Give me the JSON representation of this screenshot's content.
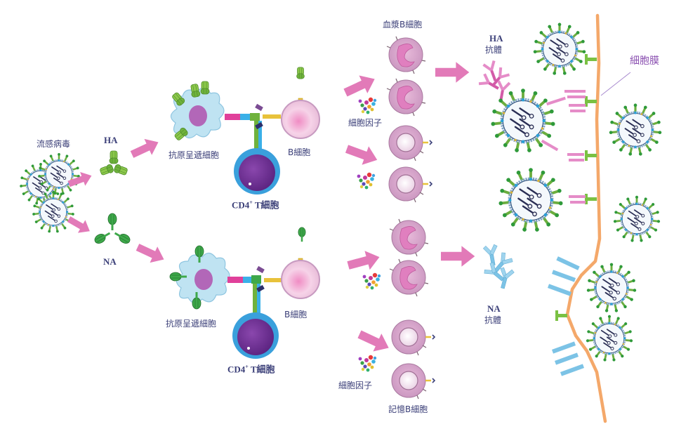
{
  "diagram": {
    "title": "Influenza virus immune response",
    "colors": {
      "arrow": "#e27ab8",
      "virus_envelope": "#2e4f7a",
      "spike_green": "#6cae3f",
      "spike_dark_green": "#2f9a3a",
      "apc_cell": "#bfe3f2",
      "apc_nucleus": "#b267b8",
      "t_cell_ring": "#3aa0dc",
      "t_cell_core": "#6a2c8f",
      "b_cell": "#f0c6e0",
      "plasma_cell": "#d9a8cf",
      "receptor_yellow": "#e8c23b",
      "receptor_purple": "#7b4c93",
      "ha_antibody": "#d35ba8",
      "na_antibody": "#7cc3e6",
      "membrane": "#f4a86a",
      "label_text": "#3b3f78",
      "membrane_label": "#8a4fb0"
    },
    "labels": {
      "virus": "流感病毒",
      "ha": "HA",
      "na": "NA",
      "apc_top": "抗原呈遞細胞",
      "apc_bottom": "抗原呈遞細胞",
      "t_cell_top": "CD4",
      "t_cell_top_sup": "+",
      "t_cell_top_suffix": " T細胞",
      "t_cell_bottom": "CD4",
      "t_cell_bottom_sup": "+",
      "t_cell_bottom_suffix": " T細胞",
      "b_cell_top": "B細胞",
      "b_cell_bottom": "B細胞",
      "plasma_b_cell": "血漿B細胞",
      "cytokine_top": "細胞因子",
      "cytokine_bottom": "細胞因子",
      "memory_b_cell": "記憶B細胞",
      "ha_antibody_line1": "HA",
      "ha_antibody_line2": "抗體",
      "na_antibody_line1": "NA",
      "na_antibody_line2": "抗體",
      "cell_membrane": "細胞膜"
    }
  }
}
